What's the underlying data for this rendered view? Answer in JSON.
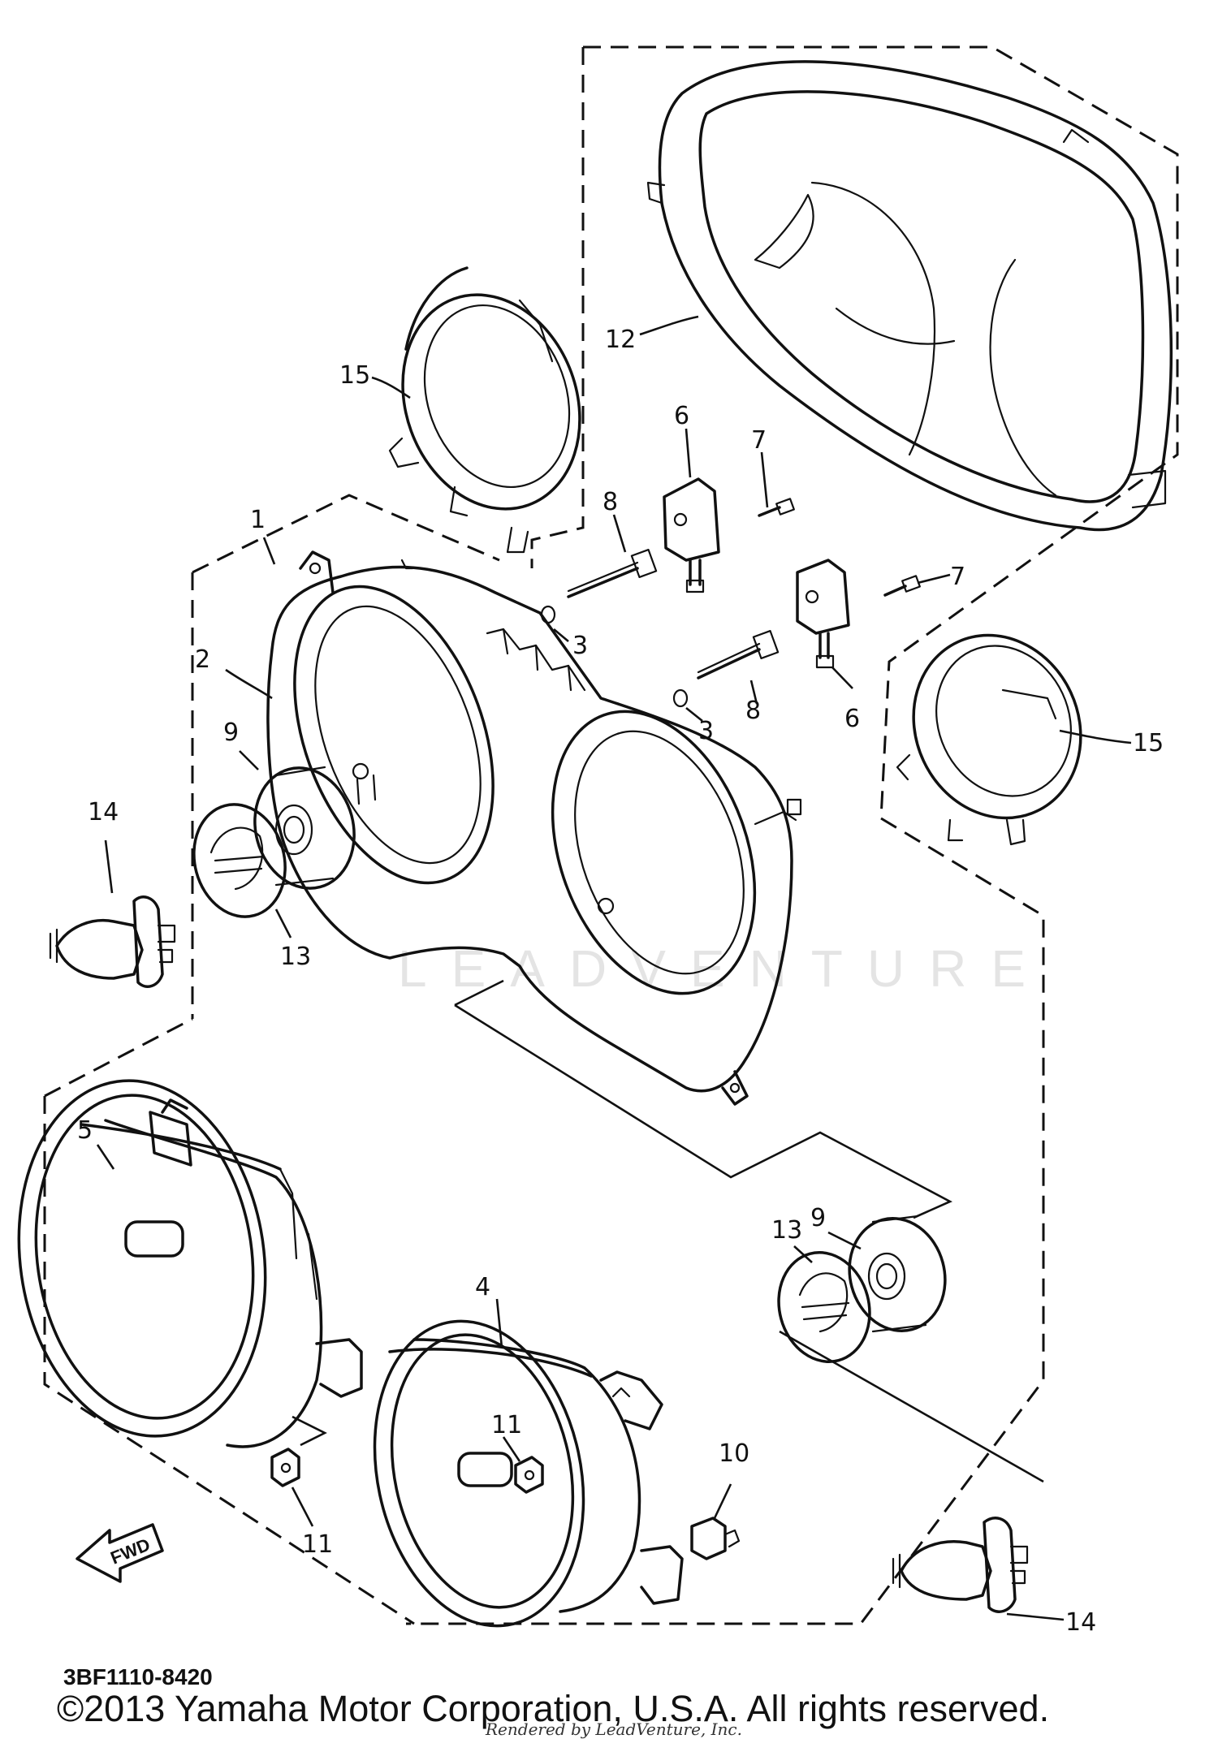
{
  "diagram": {
    "callouts": {
      "p1": "1",
      "p2": "2",
      "p3a": "3",
      "p3b": "3",
      "p4": "4",
      "p5": "5",
      "p6a": "6",
      "p6b": "6",
      "p7a": "7",
      "p7b": "7",
      "p8a": "8",
      "p8b": "8",
      "p9a": "9",
      "p9b": "9",
      "p10": "10",
      "p11a": "11",
      "p11b": "11",
      "p12": "12",
      "p13a": "13",
      "p13b": "13",
      "p14a": "14",
      "p14b": "14",
      "p15a": "15",
      "p15b": "15"
    },
    "fwd_label": "FWD",
    "diagram_code": "3BF1110-8420",
    "watermark": "LEADVENTURE"
  },
  "footer": {
    "copyright": "©2013 Yamaha Motor Corporation, U.S.A. All rights reserved.",
    "rendered_by": "Rendered by LeadVenture, Inc."
  }
}
